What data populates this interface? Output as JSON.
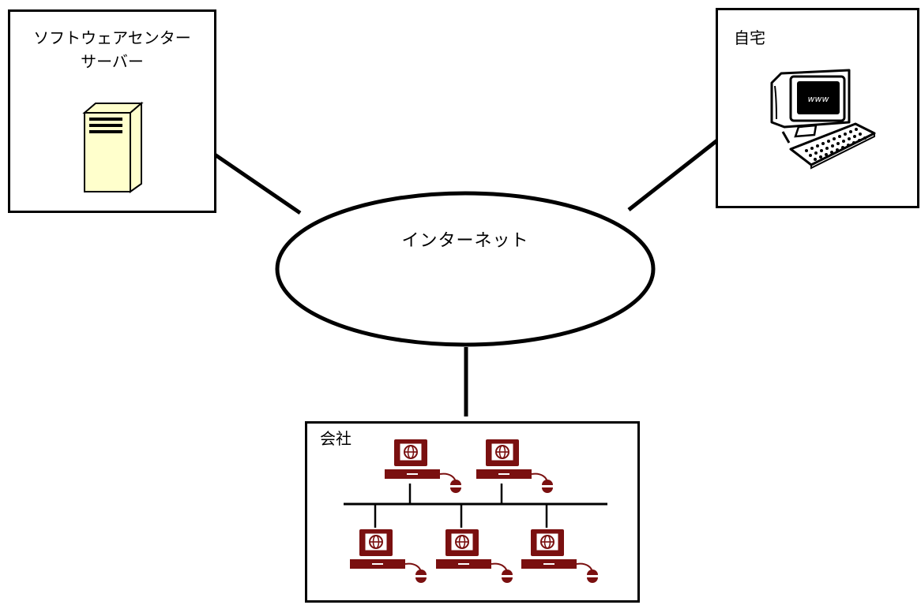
{
  "nodes": {
    "server": {
      "label_lines": [
        "ソフトウェアセンター",
        "サーバー"
      ],
      "icon": "server-tower-icon"
    },
    "home": {
      "label": "自宅",
      "icon": "desktop-computer-icon",
      "screen_text": "www"
    },
    "office": {
      "label": "会社",
      "icon": "network-workstation-icon",
      "workstation_count": 5
    },
    "internet": {
      "label": "インターネット",
      "shape": "ellipse"
    }
  },
  "colors": {
    "line": "#000000",
    "server_fill": "#ffffcc",
    "workstation": "#7a1010"
  }
}
